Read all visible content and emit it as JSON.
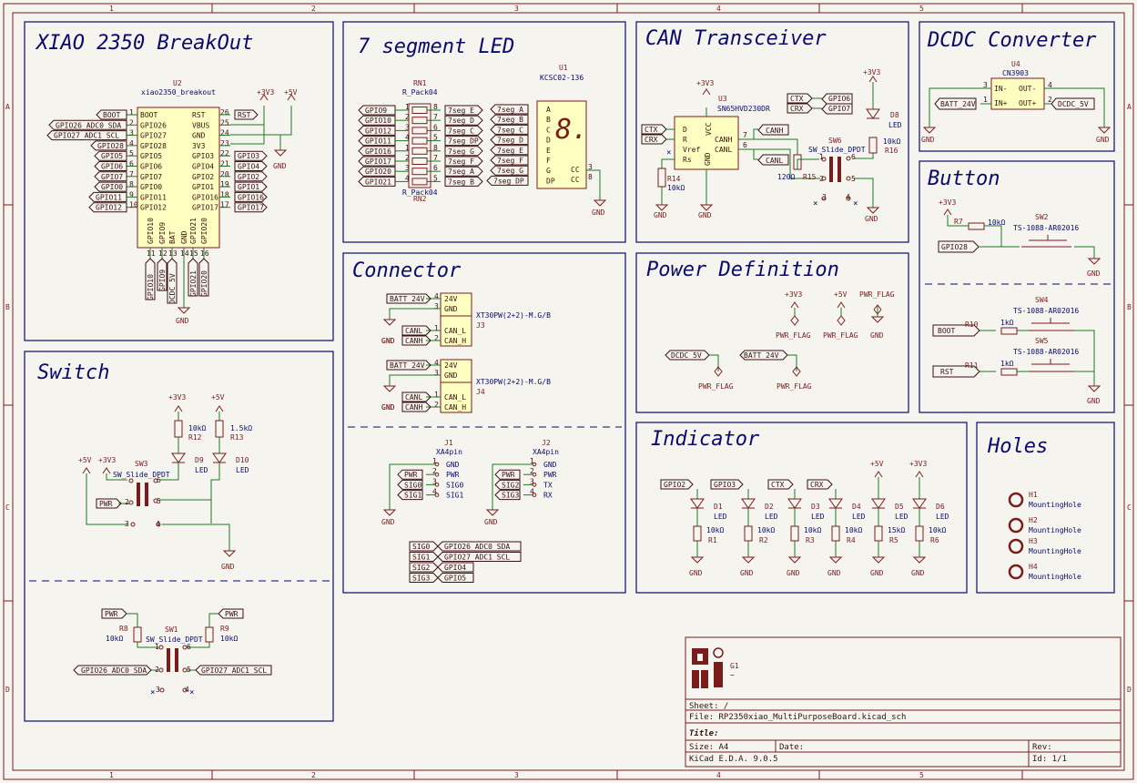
{
  "frame": {
    "col_numbers": [
      "1",
      "2",
      "3",
      "4",
      "5"
    ],
    "row_letters": [
      "A",
      "B",
      "C",
      "D"
    ]
  },
  "sections": {
    "xiao": "XIAO 2350 BreakOut",
    "seg": "7 segment LED",
    "can": "CAN Transceiver",
    "dcdc": "DCDC Converter",
    "button": "Button",
    "connector": "Connector",
    "power": "Power Definition",
    "switch": "Switch",
    "indicator": "Indicator",
    "holes": "Holes"
  },
  "xiao": {
    "ref": "U2",
    "value": "xiao2350_breakout",
    "left_pins": [
      "BOOT",
      "GPIO26",
      "GPIO27",
      "GPIO28",
      "GPIO5",
      "GPIO6",
      "GPIO7",
      "GPIO0",
      "GPIO11",
      "GPIO12"
    ],
    "left_nums": [
      "1",
      "2",
      "3",
      "4",
      "5",
      "6",
      "7",
      "8",
      "9",
      "10"
    ],
    "right_pins": [
      "RST",
      "VBUS",
      "GND",
      "3V3",
      "GPIO3",
      "GPIO4",
      "GPIO2",
      "GPIO1",
      "GPIO16",
      "GPIO17"
    ],
    "right_nums": [
      "26",
      "25",
      "24",
      "23",
      "22",
      "21",
      "20",
      "19",
      "18",
      "17"
    ],
    "bottom_pins": [
      "GPIO10",
      "GPIO9",
      "BAT",
      "GND",
      "GPIO21",
      "GPIO20"
    ],
    "bottom_nums": [
      "11",
      "12",
      "13",
      "14",
      "15",
      "16"
    ],
    "left_labels": [
      "BOOT",
      "GPIO26_ADC0_SDA",
      "GPIO27_ADC1_SCL",
      "GPIO28",
      "GPIO5",
      "GPIO6",
      "GPIO7",
      "GPIO0",
      "GPIO11",
      "GPIO12"
    ],
    "right_labels": [
      "RST",
      "GPIO3",
      "GPIO4",
      "GPIO2",
      "GPIO1",
      "GPIO16",
      "GPIO17"
    ],
    "bottom_labels": [
      "GPIO10",
      "GPIO9",
      "DCDC_5V",
      "GPIO21",
      "GPIO20"
    ],
    "pwr": [
      "+3V3",
      "+5V",
      "GND",
      "GND"
    ]
  },
  "seg": {
    "rn1_ref": "RN1",
    "rn1_val": "R_Pack04",
    "rn2_ref": "RN2",
    "rn2_val": "R_Pack04",
    "gpio_labels": [
      "GPIO9",
      "GPIO10",
      "GPIO12",
      "GPIO11",
      "GPIO16",
      "GPIO17",
      "GPIO20",
      "GPIO21"
    ],
    "seg_labels": [
      "7seg_E",
      "7seg_D",
      "7seg_C",
      "7seg_DP",
      "7seg_G",
      "7seg_F",
      "7seg_A",
      "7seg_B"
    ],
    "left_nums": [
      "1",
      "2",
      "3",
      "4",
      "1",
      "2",
      "3",
      "4"
    ],
    "right_nums": [
      "8",
      "7",
      "6",
      "5",
      "8",
      "7",
      "6",
      "5"
    ],
    "u1_ref": "U1",
    "u1_val": "KCSC02-136",
    "u1_in_labels": [
      "7seg_A",
      "7seg_B",
      "7seg_C",
      "7seg_D",
      "7seg_E",
      "7seg_F",
      "7seg_G",
      "7seg_DP"
    ],
    "u1_pins": [
      "A",
      "B",
      "C",
      "D",
      "E",
      "F",
      "G",
      "DP"
    ],
    "u1_cc": [
      "CC",
      "CC"
    ],
    "u1_cc_nums": [
      "3",
      "8"
    ],
    "gnd": "GND"
  },
  "can": {
    "u3_ref": "U3",
    "u3_val": "SN65HVD230DR",
    "pins_left": [
      "D",
      "R",
      "Vref",
      "Rs"
    ],
    "pins_right": [
      "CANH",
      "CANL"
    ],
    "pin_vcc": "VCC",
    "pin_gnd": "GND",
    "nums": [
      "7",
      "6"
    ],
    "labels": [
      "CTX",
      "CRX",
      "CANH",
      "CANL",
      "CTX",
      "CRX"
    ],
    "gpio": [
      "GPIO6",
      "GPIO7"
    ],
    "r14_ref": "R14",
    "r14_val": "10kΩ",
    "r15_ref": "R15",
    "r15_val": "120Ω",
    "r16_ref": "R16",
    "r16_val": "10kΩ",
    "d8_ref": "D8",
    "d8_val": "LED",
    "sw6_ref": "SW6",
    "sw6_val": "SW_Slide_DPDT",
    "sw_nums": [
      "1",
      "2",
      "3",
      "4",
      "5",
      "6"
    ],
    "pwr": [
      "+3V3",
      "+3V3",
      "GND",
      "GND",
      "GND"
    ]
  },
  "dcdc": {
    "ref": "U4",
    "val": "CN3903",
    "pins": [
      "IN-",
      "IN+",
      "OUT-",
      "OUT+"
    ],
    "nums": [
      "3",
      "1",
      "4",
      "2"
    ],
    "labels": [
      "BATT_24V",
      "DCDC_5V"
    ],
    "gnd": [
      "GND",
      "GND"
    ]
  },
  "button": {
    "sw2_ref": "SW2",
    "sw2_val": "TS-1088-AR02016",
    "sw4_ref": "SW4",
    "sw4_val": "TS-1088-AR02016",
    "sw5_ref": "SW5",
    "sw5_val": "TS-1088-AR02016",
    "r7_ref": "R7",
    "r7_val": "10kΩ",
    "r10_ref": "R10",
    "r10_val": "1kΩ",
    "r11_ref": "R11",
    "r11_val": "1kΩ",
    "labels": [
      "GPIO28",
      "BOOT",
      "RST"
    ],
    "pwr": [
      "+3V3",
      "GND",
      "GND"
    ]
  },
  "connector": {
    "j3_ref": "J3",
    "j3_val": "XT30PW(2+2)-M.G/B",
    "j4_ref": "J4",
    "j4_val": "XT30PW(2+2)-M.G/B",
    "pins": [
      "24V",
      "GND",
      "CAN_L",
      "CAN_H"
    ],
    "nums": [
      "4",
      "3",
      "1",
      "2"
    ],
    "labels": [
      "BATT_24V",
      "CANL",
      "CANH"
    ],
    "gnd": "GND",
    "j1_ref": "J1",
    "j1_val": "XA4pin",
    "j2_ref": "J2",
    "j2_val": "XA4pin",
    "j1_labels": [
      "PWR",
      "SIG0",
      "SIG1"
    ],
    "j1_pins": [
      "GND",
      "PWR",
      "SIG0",
      "SIG1"
    ],
    "j2_labels": [
      "PWR",
      "SIG2",
      "SIG3"
    ],
    "j2_pins": [
      "GND",
      "PWR",
      "TX",
      "RX"
    ],
    "j_nums": [
      "1",
      "2",
      "3",
      "4"
    ],
    "map_left": [
      "SIG0",
      "SIG1",
      "SIG2",
      "SIG3"
    ],
    "map_right": [
      "GPIO26_ADC0_SDA",
      "GPIO27_ADC1_SCL",
      "GPIO4",
      "GPIO5"
    ]
  },
  "power": {
    "syms": [
      "+3V3",
      "+5V",
      "PWR_FLAG"
    ],
    "flags": [
      "PWR_FLAG",
      "PWR_FLAG",
      "GND"
    ],
    "labels": [
      "DCDC_5V",
      "BATT_24V"
    ],
    "flags2": [
      "PWR_FLAG",
      "PWR_FLAG"
    ]
  },
  "switch": {
    "sw3_ref": "SW3",
    "sw3_val": "SW_Slide_DPDT",
    "r12_ref": "R12",
    "r12_val": "10kΩ",
    "r13_ref": "R13",
    "r13_val": "1.5kΩ",
    "d9_ref": "D9",
    "d9_val": "LED",
    "d10_ref": "D10",
    "d10_val": "LED",
    "pwr": [
      "+3V3",
      "+5V",
      "+5V",
      "+3V3",
      "GND"
    ],
    "label_pwr": "PWR",
    "sw1_ref": "SW1",
    "sw1_val": "SW_Slide_DPDT",
    "r8_ref": "R8",
    "r8_val": "10kΩ",
    "r9_ref": "R9",
    "r9_val": "10kΩ",
    "sw1_labels": [
      "PWR",
      "PWR",
      "GPIO26_ADC0_SDA",
      "GPIO27_ADC1_SCL"
    ],
    "nums": [
      "1",
      "2",
      "3",
      "4",
      "5",
      "6"
    ]
  },
  "indicator": {
    "labels": [
      "GPIO2",
      "GPIO3",
      "CTX",
      "CRX"
    ],
    "pwr": [
      "+5V",
      "+3V3"
    ],
    "leds": [
      {
        "ref": "D1",
        "val": "LED",
        "r_ref": "R1",
        "r_val": "10kΩ"
      },
      {
        "ref": "D2",
        "val": "LED",
        "r_ref": "R2",
        "r_val": "10kΩ"
      },
      {
        "ref": "D3",
        "val": "LED",
        "r_ref": "R3",
        "r_val": "10kΩ"
      },
      {
        "ref": "D4",
        "val": "LED",
        "r_ref": "R4",
        "r_val": "10kΩ"
      },
      {
        "ref": "D5",
        "val": "LED",
        "r_ref": "R5",
        "r_val": "15kΩ"
      },
      {
        "ref": "D6",
        "val": "LED",
        "r_ref": "R6",
        "r_val": "10kΩ"
      }
    ],
    "gnd": "GND"
  },
  "holes": [
    {
      "ref": "H1",
      "val": "MountingHole"
    },
    {
      "ref": "H2",
      "val": "MountingHole"
    },
    {
      "ref": "H3",
      "val": "MountingHole"
    },
    {
      "ref": "H4",
      "val": "MountingHole"
    }
  ],
  "titleblock": {
    "logo_ref": "G1",
    "logo_val": "~",
    "sheet": "Sheet: /",
    "file": "File: RP2350xiao_MultiPurposeBoard.kicad_sch",
    "title": "Title:",
    "size": "Size: A4",
    "date": "Date:",
    "rev": "Rev:",
    "tool": "KiCad E.D.A. 9.0.5",
    "id": "Id: 1/1"
  },
  "colors": {
    "frame": "#7a1c1c",
    "section": "#0a0a6e",
    "wire": "#1f7a1f",
    "symbol": "#7a1c1c",
    "body": "#ffffc2"
  }
}
